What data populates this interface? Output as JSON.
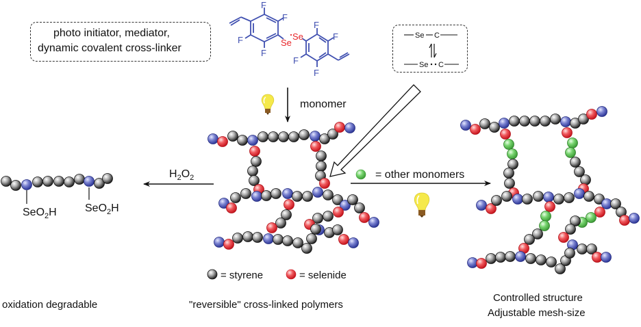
{
  "figure": {
    "initiator_box": {
      "line1": "photo initiator, mediator,",
      "line2": "dynamic covalent cross-linker"
    },
    "molecule": {
      "substituent": "F",
      "selenium_left": "Se",
      "selenium_right": "Se",
      "bond_color": "#3f4fb0",
      "selenium_color": "#e8262a"
    },
    "equilibrium_box": {
      "top_left": "Se",
      "top_right": "C",
      "bottom_left": "Se",
      "bottom_right": "C"
    },
    "arrows": {
      "down_label": "monomer",
      "left_label_main": "H",
      "left_label_sub1": "2",
      "left_label_mid": "O",
      "left_label_sub2": "2",
      "right_label": "= other monomers"
    },
    "degraded_chain": {
      "group_main": "SeO",
      "group_sub": "2",
      "group_end": "H"
    },
    "legend": {
      "styrene": "= styrene",
      "selenide": "= selenide"
    },
    "captions": {
      "left": "oxidation degradable",
      "center": "\"reversible\" cross-linked polymers",
      "right_line1": "Controlled structure",
      "right_line2": "Adjustable mesh-size"
    },
    "colors": {
      "styrene": "#3a3a3a",
      "selenide": "#e3232a",
      "junction": "#3c47a8",
      "other_monomer": "#4cb84a",
      "bulb": "#f5e94a"
    }
  }
}
